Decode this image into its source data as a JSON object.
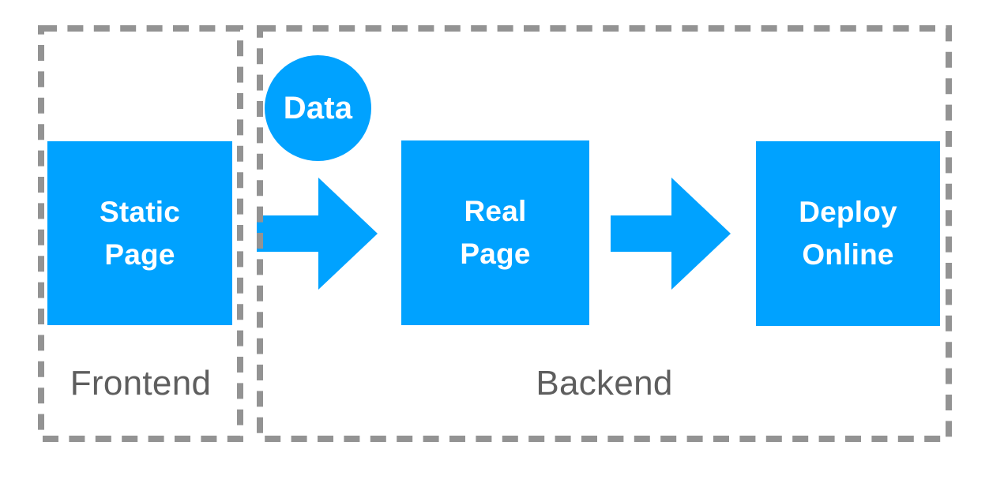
{
  "colors": {
    "accent_blue": "#00A2FF",
    "dash_gray": "#939393",
    "label_gray": "#5E5E5E",
    "node_text": "#FFFFFF"
  },
  "diagram": {
    "regions": [
      {
        "id": "frontend",
        "label": "Frontend"
      },
      {
        "id": "backend",
        "label": "Backend"
      }
    ],
    "nodes": [
      {
        "id": "static-page",
        "shape": "square",
        "region": "frontend",
        "lines": [
          "Static",
          "Page"
        ]
      },
      {
        "id": "data",
        "shape": "circle",
        "region": "backend",
        "lines": [
          "Data"
        ]
      },
      {
        "id": "real-page",
        "shape": "square",
        "region": "backend",
        "lines": [
          "Real",
          "Page"
        ]
      },
      {
        "id": "deploy-online",
        "shape": "square",
        "region": "backend",
        "lines": [
          "Deploy",
          "Online"
        ]
      }
    ],
    "connectors": [
      {
        "id": "arrow-1",
        "icon": "right-arrow",
        "from": "static-page",
        "to": "real-page"
      },
      {
        "id": "arrow-2",
        "icon": "right-arrow",
        "from": "real-page",
        "to": "deploy-online"
      }
    ]
  }
}
